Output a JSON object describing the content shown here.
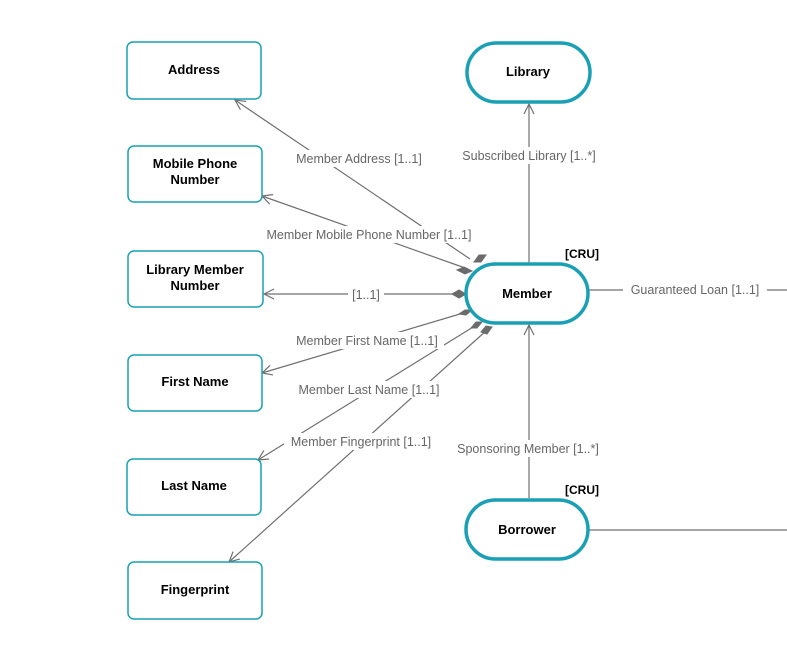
{
  "nodes": {
    "address": "Address",
    "mobile_1": "Mobile Phone",
    "mobile_2": "Number",
    "libnum_1": "Library Member",
    "libnum_2": "Number",
    "first_name": "First Name",
    "last_name": "Last Name",
    "fingerprint": "Fingerprint",
    "library": "Library",
    "member": "Member",
    "borrower": "Borrower"
  },
  "tags": {
    "member": "[CRU]",
    "borrower": "[CRU]"
  },
  "edges": {
    "member_address": "Member Address [1..1]",
    "member_mobile": "Member Mobile Phone Number [1..1]",
    "member_libnum": "[1..1]",
    "member_first_name": "Member First Name [1..1]",
    "member_last_name": "Member Last Name [1..1]",
    "member_fingerprint": "Member Fingerprint [1..1]",
    "subscribed_library": "Subscribed Library [1..*]",
    "sponsoring_member": "Sponsoring Member [1..*]",
    "guaranteed_loan": "Guaranteed Loan [1..1]"
  },
  "colors": {
    "accent": "#1aa0b4",
    "edge": "#707070",
    "edge_label": "#666666"
  }
}
